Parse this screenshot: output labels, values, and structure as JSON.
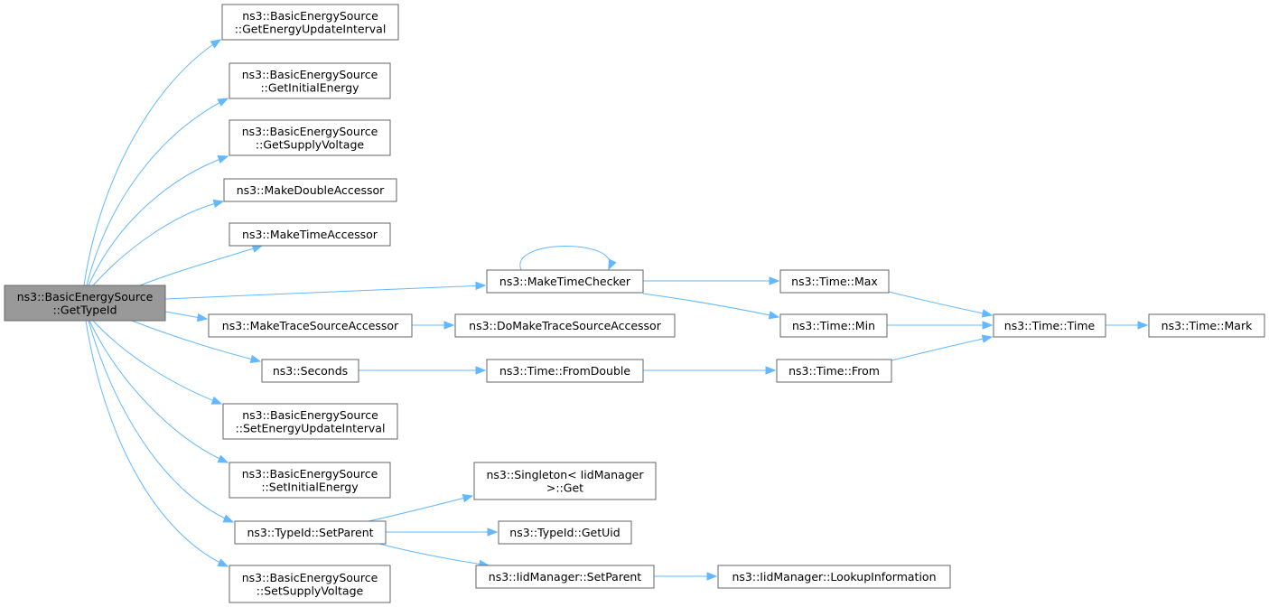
{
  "diagram": {
    "type": "call-graph",
    "colors": {
      "edge": "#63b8ff",
      "node_border": "#666666",
      "node_fill": "#ffffff",
      "root_fill": "#999999"
    },
    "nodes": [
      {
        "id": "root",
        "lines": [
          "ns3::BasicEnergySource",
          "::GetTypeId"
        ],
        "root": true
      },
      {
        "id": "getEnergyUpdateInterval",
        "lines": [
          "ns3::BasicEnergySource",
          "::GetEnergyUpdateInterval"
        ]
      },
      {
        "id": "getInitialEnergy",
        "lines": [
          "ns3::BasicEnergySource",
          "::GetInitialEnergy"
        ]
      },
      {
        "id": "getSupplyVoltage",
        "lines": [
          "ns3::BasicEnergySource",
          "::GetSupplyVoltage"
        ]
      },
      {
        "id": "makeDoubleAccessor",
        "lines": [
          "ns3::MakeDoubleAccessor"
        ]
      },
      {
        "id": "makeTimeAccessor",
        "lines": [
          "ns3::MakeTimeAccessor"
        ]
      },
      {
        "id": "makeTimeChecker",
        "lines": [
          "ns3::MakeTimeChecker"
        ]
      },
      {
        "id": "makeTraceSourceAccessor",
        "lines": [
          "ns3::MakeTraceSourceAccessor"
        ]
      },
      {
        "id": "seconds",
        "lines": [
          "ns3::Seconds"
        ]
      },
      {
        "id": "setEnergyUpdateInterval",
        "lines": [
          "ns3::BasicEnergySource",
          "::SetEnergyUpdateInterval"
        ]
      },
      {
        "id": "setInitialEnergy",
        "lines": [
          "ns3::BasicEnergySource",
          "::SetInitialEnergy"
        ]
      },
      {
        "id": "typeIdSetParent",
        "lines": [
          "ns3::TypeId::SetParent"
        ]
      },
      {
        "id": "setSupplyVoltage",
        "lines": [
          "ns3::BasicEnergySource",
          "::SetSupplyVoltage"
        ]
      },
      {
        "id": "timeMax",
        "lines": [
          "ns3::Time::Max"
        ]
      },
      {
        "id": "timeMin",
        "lines": [
          "ns3::Time::Min"
        ]
      },
      {
        "id": "doMakeTraceSourceAccessor",
        "lines": [
          "ns3::DoMakeTraceSourceAccessor"
        ]
      },
      {
        "id": "timeFromDouble",
        "lines": [
          "ns3::Time::FromDouble"
        ]
      },
      {
        "id": "timeFrom",
        "lines": [
          "ns3::Time::From"
        ]
      },
      {
        "id": "timeTime",
        "lines": [
          "ns3::Time::Time"
        ]
      },
      {
        "id": "timeMark",
        "lines": [
          "ns3::Time::Mark"
        ]
      },
      {
        "id": "singletonGet",
        "lines": [
          "ns3::Singleton< IidManager",
          ">::Get"
        ]
      },
      {
        "id": "typeIdGetUid",
        "lines": [
          "ns3::TypeId::GetUid"
        ]
      },
      {
        "id": "iidManagerSetParent",
        "lines": [
          "ns3::IidManager::SetParent"
        ]
      },
      {
        "id": "iidManagerLookupInformation",
        "lines": [
          "ns3::IidManager::LookupInformation"
        ]
      }
    ],
    "edges": [
      {
        "from": "root",
        "to": "getEnergyUpdateInterval"
      },
      {
        "from": "root",
        "to": "getInitialEnergy"
      },
      {
        "from": "root",
        "to": "getSupplyVoltage"
      },
      {
        "from": "root",
        "to": "makeDoubleAccessor"
      },
      {
        "from": "root",
        "to": "makeTimeAccessor"
      },
      {
        "from": "root",
        "to": "makeTimeChecker"
      },
      {
        "from": "root",
        "to": "makeTraceSourceAccessor"
      },
      {
        "from": "root",
        "to": "seconds"
      },
      {
        "from": "root",
        "to": "setEnergyUpdateInterval"
      },
      {
        "from": "root",
        "to": "setInitialEnergy"
      },
      {
        "from": "root",
        "to": "typeIdSetParent"
      },
      {
        "from": "root",
        "to": "setSupplyVoltage"
      },
      {
        "from": "makeTimeChecker",
        "to": "makeTimeChecker"
      },
      {
        "from": "makeTimeChecker",
        "to": "timeMax"
      },
      {
        "from": "makeTimeChecker",
        "to": "timeMin"
      },
      {
        "from": "makeTraceSourceAccessor",
        "to": "doMakeTraceSourceAccessor"
      },
      {
        "from": "seconds",
        "to": "timeFromDouble"
      },
      {
        "from": "timeFromDouble",
        "to": "timeFrom"
      },
      {
        "from": "timeMax",
        "to": "timeTime"
      },
      {
        "from": "timeMin",
        "to": "timeTime"
      },
      {
        "from": "timeFrom",
        "to": "timeTime"
      },
      {
        "from": "timeTime",
        "to": "timeMark"
      },
      {
        "from": "typeIdSetParent",
        "to": "singletonGet"
      },
      {
        "from": "typeIdSetParent",
        "to": "typeIdGetUid"
      },
      {
        "from": "typeIdSetParent",
        "to": "iidManagerSetParent"
      },
      {
        "from": "iidManagerSetParent",
        "to": "iidManagerLookupInformation"
      }
    ]
  }
}
